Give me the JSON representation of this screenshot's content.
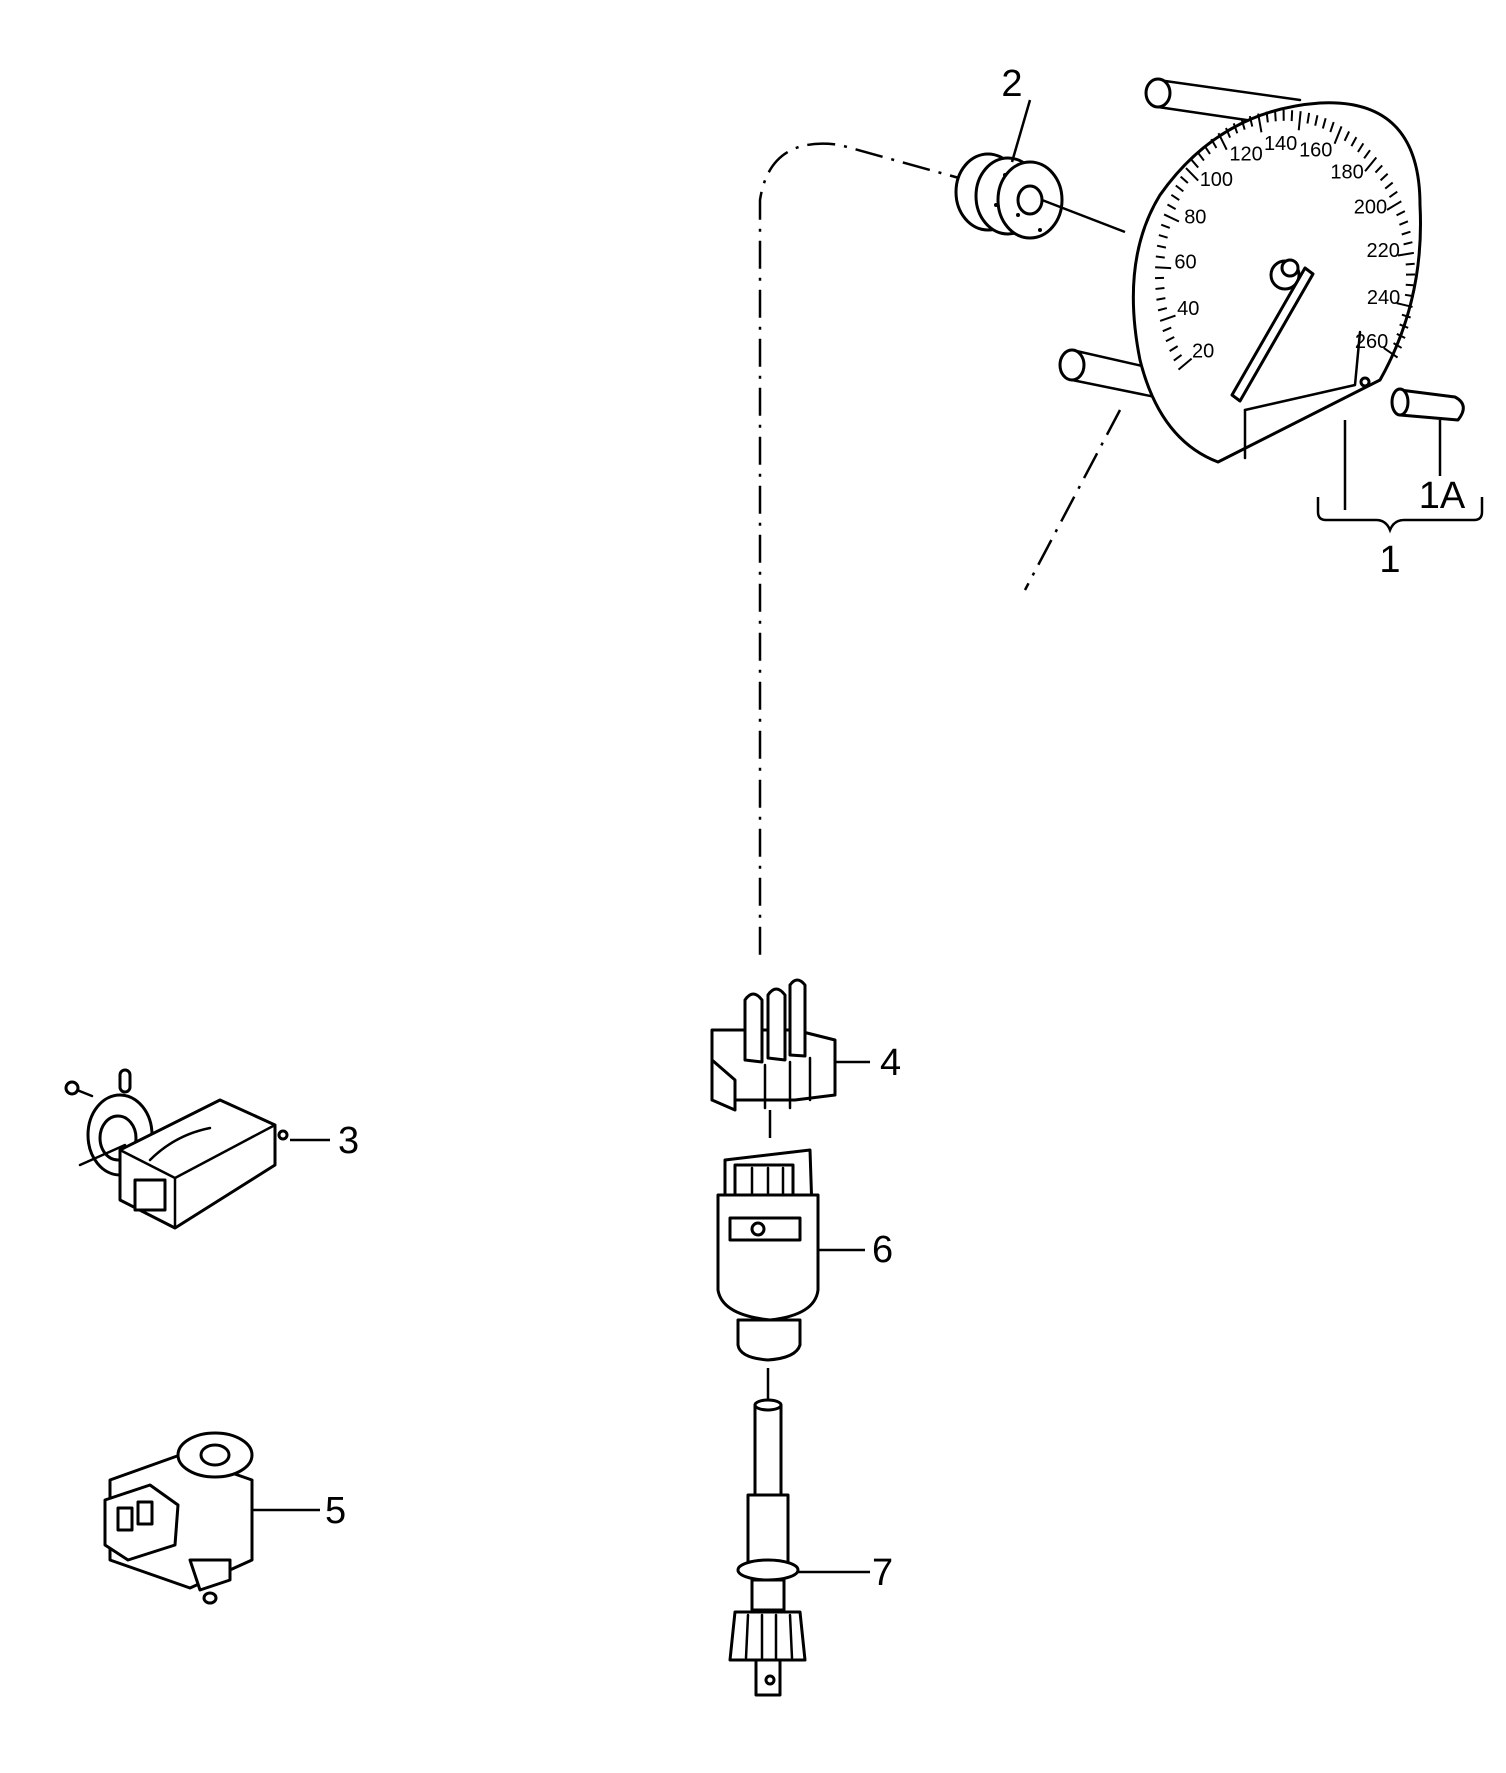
{
  "callouts": {
    "c1": "1",
    "c1a": "1A",
    "c2": "2",
    "c3": "3",
    "c4": "4",
    "c5": "5",
    "c6": "6",
    "c7": "7"
  },
  "speedometer": {
    "dial_labels": [
      "20",
      "40",
      "60",
      "80",
      "100",
      "120",
      "140",
      "160",
      "180",
      "200",
      "220",
      "240",
      "260"
    ]
  }
}
